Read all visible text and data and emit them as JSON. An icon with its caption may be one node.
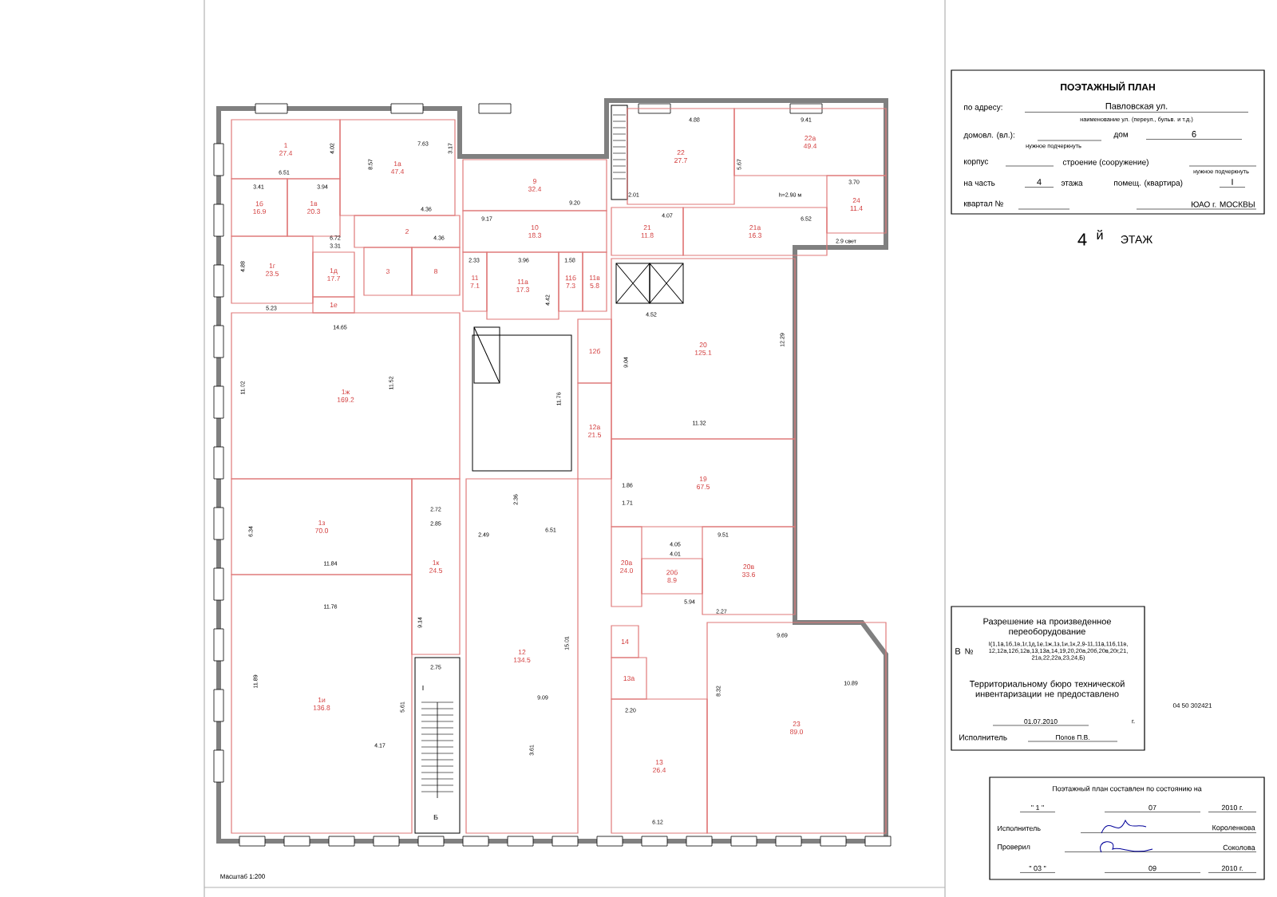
{
  "diagram": {
    "title": "ПОЭТАЖНЫЙ ПЛАН",
    "nodes": [
      {
        "text": [
          "по адресу:",
          "Павловская ул.",
          "наименование ул. (переул., бульв. и т.д.)",
          "домовл. (вл.):",
          "дом",
          "6",
          "нужное подчеркнуть",
          "корпус",
          "строение (сооружение)",
          "нужное подчеркнуть",
          "на часть",
          "4",
          "этажа",
          "помещ. (квартира)",
          "I",
          "квартал №",
          "ЮАО г. МОСКВЫ"
        ]
      },
      {
        "text": [
          "1",
          "27.4"
        ]
      },
      {
        "text": [
          "1а",
          "47.4"
        ]
      },
      {
        "text": [
          "9",
          "32.4"
        ]
      },
      {
        "text": [
          "22",
          "27.7"
        ]
      },
      {
        "text": [
          "22а",
          "49.4"
        ]
      },
      {
        "text": [
          "24",
          "11.4"
        ]
      },
      {
        "text": [
          "1б",
          "16.9"
        ]
      },
      {
        "text": [
          "1в",
          "20.3"
        ]
      },
      {
        "text": [
          "10",
          "18.3"
        ]
      },
      {
        "text": [
          "21",
          "11.8"
        ]
      },
      {
        "text": [
          "21а",
          "16.3"
        ]
      },
      {
        "text": [
          "2"
        ]
      },
      {
        "text": [
          "3"
        ]
      },
      {
        "text": [
          "8"
        ]
      },
      {
        "text": [
          "1г",
          "23.5"
        ]
      },
      {
        "text": [
          "1д",
          "17.7"
        ]
      },
      {
        "text": [
          "11",
          "7.1"
        ]
      },
      {
        "text": [
          "11а",
          "17.3"
        ]
      },
      {
        "text": [
          "11б",
          "7.3"
        ]
      },
      {
        "text": [
          "11в",
          "5.8"
        ]
      },
      {
        "text": [
          "1е"
        ]
      },
      {
        "text": [
          "20",
          "125.1"
        ]
      },
      {
        "text": [
          "1ж",
          "169.2"
        ]
      },
      {
        "text": [
          "12б"
        ]
      },
      {
        "text": [
          "12а",
          "21.5"
        ]
      },
      {
        "text": [
          "19",
          "67.5"
        ]
      },
      {
        "text": [
          "1з",
          "70.0"
        ]
      },
      {
        "text": [
          "20а",
          "24.0"
        ]
      },
      {
        "text": [
          "20б",
          "8.9"
        ]
      },
      {
        "text": [
          "20в",
          "33.6"
        ]
      },
      {
        "text": [
          "1к",
          "24.5"
        ]
      },
      {
        "text": [
          "12",
          "134.5"
        ]
      },
      {
        "text": [
          "14"
        ]
      },
      {
        "text": [
          "13а"
        ]
      },
      {
        "text": [
          "1и",
          "136.8"
        ]
      },
      {
        "text": [
          "13",
          "26.4"
        ]
      },
      {
        "text": [
          "23",
          "89.0"
        ]
      },
      {
        "text": [
          "Разрешение на произведенное переоборудование",
          "В",
          "№",
          "I(1,1а,1б,1в,1г,1д,1е,1ж,1з,1и,1к,2,9-11,11а,11б,11в, 12,12а,12б,12в,13,13а,14,19,20,20а,20б,20в,20г,21, 21а,22,22а,23,24,Б)",
          "Территориальному бюро технической инвентаризации не предоставлено",
          "01.07.2010",
          "г.",
          "Исполнитель",
          "Попов П.В."
        ]
      },
      {
        "text": [
          "Поэтажный план составлен по состоянию на",
          "\" 1 \"",
          "07",
          "2010 г.",
          "Исполнитель",
          "Короленкова",
          "Проверил",
          "Соколова",
          "\" 03 \"",
          "09",
          "2010 г."
        ]
      }
    ],
    "labels": [
      "4",
      "й",
      "ЭТАЖ",
      "4.02",
      "8.57",
      "3.17",
      "6.51",
      "7.63",
      "3.41",
      "3.94",
      "4.36",
      "6.72",
      "3.31",
      "4.36",
      "4.88",
      "5.23",
      "14.65",
      "11.02",
      "11.52",
      "9.20",
      "9.17",
      "2.33",
      "3.96",
      "1.58",
      "4.42",
      "11.76",
      "4.88",
      "9.41",
      "5.67",
      "h=2.90 м",
      "3.70",
      "2.01",
      "4.07",
      "6.52",
      "2.9 свет",
      "4.52",
      "9.04",
      "12.29",
      "11.32",
      "6.34",
      "11.84",
      "11.76",
      "11.89",
      "4.17",
      "5.61",
      "9.14",
      "2.72",
      "2.85",
      "2.36",
      "2.49",
      "6.51",
      "I",
      "2.75",
      "Б",
      "15.01",
      "9.09",
      "3.61",
      "1.86",
      "1.71",
      "9.51",
      "4.05",
      "4.01",
      "5.94",
      "2.27",
      "9.69",
      "10.89",
      "8.32",
      "2.20",
      "6.12",
      "04 50 302421",
      "Масштаб 1:200"
    ]
  }
}
